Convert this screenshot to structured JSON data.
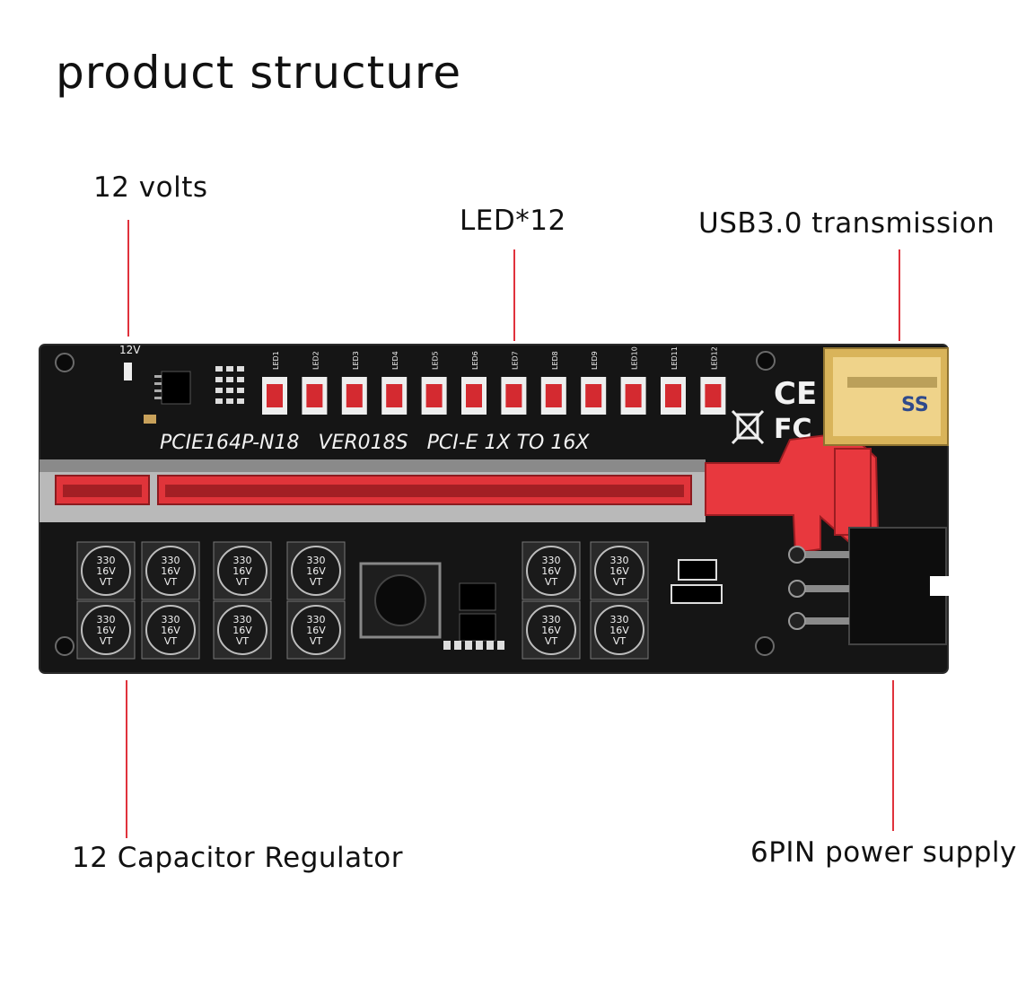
{
  "title": "product structure",
  "callouts": {
    "twelve_volts": "12 volts",
    "led": "LED*12",
    "usb": "USB3.0 transmission",
    "capacitors": "12 Capacitor Regulator",
    "power": "6PIN power supply"
  },
  "board": {
    "model_line": "PCIE164P-N18   VER018S   PCI-E 1X TO 16X",
    "voltage_mark": "12V",
    "led_labels": [
      "LED1",
      "LED2",
      "LED3",
      "LED4",
      "LED5",
      "LED6",
      "LED7",
      "LED8",
      "LED9",
      "LED10",
      "LED11",
      "LED12"
    ],
    "capacitor_text": [
      "330",
      "16V",
      "VT"
    ],
    "cert_marks": [
      "CE",
      "FC"
    ],
    "usb_logo": "SS",
    "colors": {
      "pcb": "#141414",
      "slot_red": "#e0343a",
      "led_red": "#d42a30",
      "usb_gold": "#d9b45a",
      "leader": "#e0323c"
    }
  }
}
